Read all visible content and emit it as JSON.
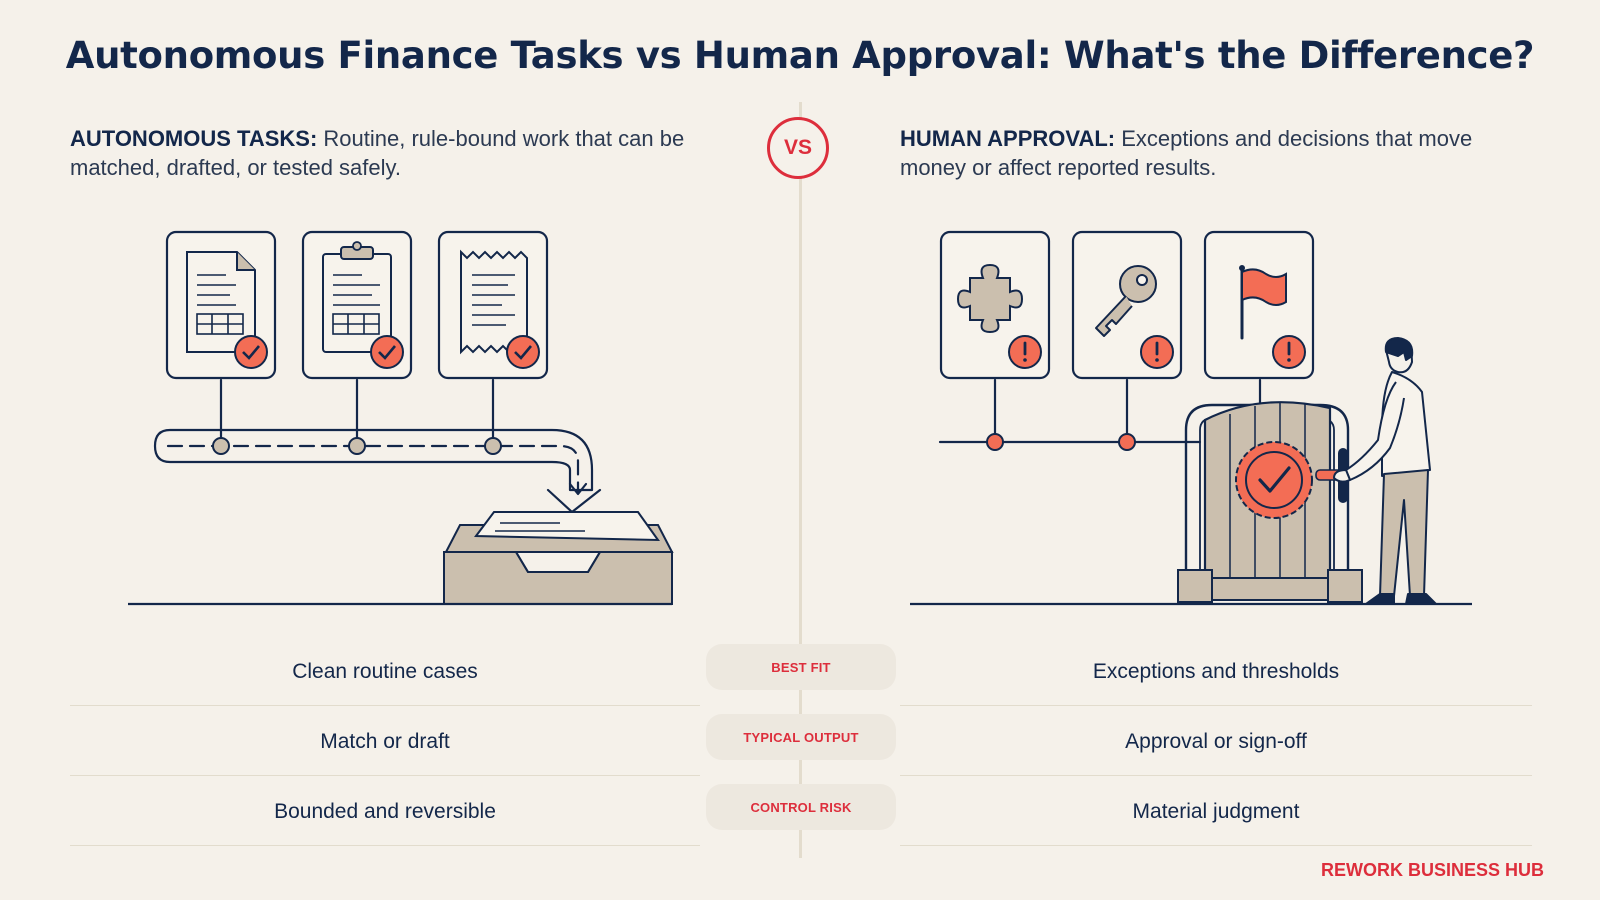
{
  "title": "Autonomous Finance Tasks vs Human Approval: What's the Difference?",
  "vs_label": "VS",
  "left": {
    "heading": "AUTONOMOUS TASKS:",
    "description": "Routine, rule-bound work that can be matched, drafted, or tested safely."
  },
  "right": {
    "heading": "HUMAN APPROVAL:",
    "description": "Exceptions and decisions that move money or affect reported results."
  },
  "rows": [
    {
      "label": "BEST FIT",
      "left": "Clean routine cases",
      "right": "Exceptions and thresholds"
    },
    {
      "label": "TYPICAL OUTPUT",
      "left": "Match or draft",
      "right": "Approval or sign-off"
    },
    {
      "label": "CONTROL RISK",
      "left": "Bounded and reversible",
      "right": "Material judgment"
    }
  ],
  "brand": "REWORK BUSINESS HUB",
  "icons": {
    "left_cards": [
      "document-table-icon",
      "clipboard-table-icon",
      "receipt-icon"
    ],
    "right_cards": [
      "puzzle-piece-icon",
      "key-icon",
      "flag-icon"
    ],
    "check_badge": "check-badge-icon",
    "alert_badge": "exclamation-badge-icon",
    "inbox": "inbox-tray-icon",
    "gate": "approval-gate-icon",
    "person": "approver-person-icon"
  },
  "colors": {
    "navy": "#13274a",
    "accent_red": "#dd2e3c",
    "coral": "#f36d55",
    "tan": "#cbbfae",
    "background": "#f5f1ea"
  }
}
